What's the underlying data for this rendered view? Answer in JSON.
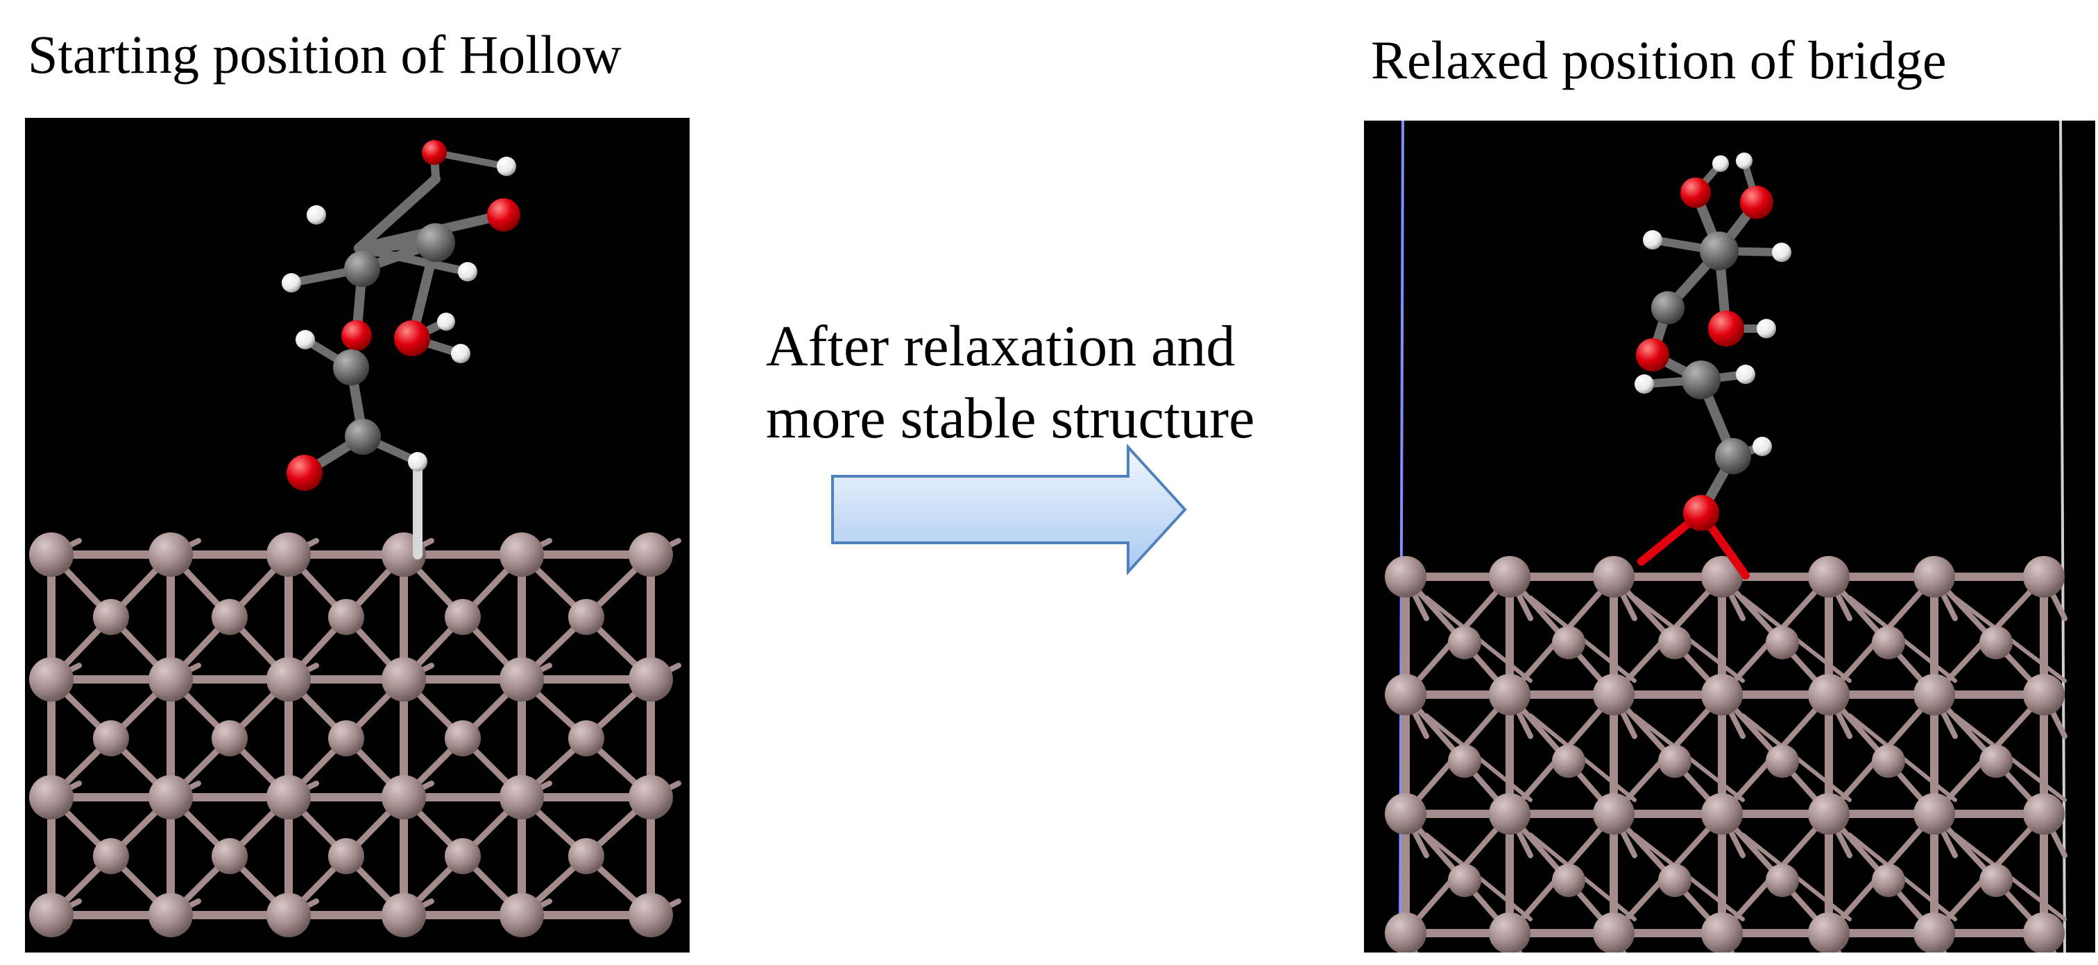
{
  "captions": {
    "left": "Starting position of Hollow",
    "right": "Relaxed position of bridge"
  },
  "transition": {
    "line1": "After relaxation and",
    "line2": "more stable structure"
  },
  "colors": {
    "background": "#000000",
    "metal_atom": "#a48c8c",
    "carbon_atom": "#6e6e6e",
    "oxygen_atom": "#e0000e",
    "hydrogen_atom": "#f0f0f0",
    "arrow_fill_start": "#f2f7ff",
    "arrow_fill_end": "#a8c9f0",
    "arrow_stroke": "#4f81bd",
    "cell_boundary": "#7f8fff"
  },
  "icons": {
    "arrow": "right-arrow-icon"
  }
}
